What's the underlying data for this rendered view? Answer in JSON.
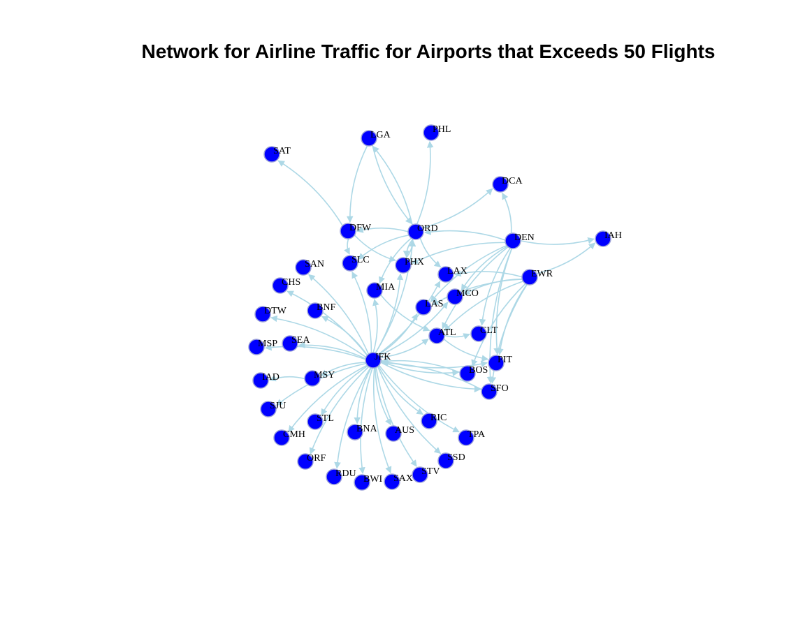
{
  "title": "Network for Airline Traffic for Airports that Exceeds 50 Flights",
  "colors": {
    "node_fill": "#0000FF",
    "node_stroke": "#9BA0D8",
    "edge": "#ADD8E6",
    "label": "#000000"
  },
  "nodes": [
    "JFK",
    "ORD",
    "DFW",
    "LGA",
    "PHL",
    "SAT",
    "DCA",
    "DEN",
    "IAH",
    "EWR",
    "PHX",
    "SLC",
    "LAX",
    "MIA",
    "MCO",
    "LAS",
    "ATL",
    "CLT",
    "PIT",
    "BOS",
    "SFO",
    "SAN",
    "CHS",
    "BNF",
    "DTW",
    "MSP",
    "SEA",
    "IAD",
    "MSY",
    "SJU",
    "STL",
    "CMH",
    "ORF",
    "RDU",
    "BNA",
    "BWI",
    "AUS",
    "SAX",
    "STV",
    "RIC",
    "TPA",
    "SSD"
  ],
  "edges": [
    [
      "JFK",
      "SAN"
    ],
    [
      "JFK",
      "CHS"
    ],
    [
      "JFK",
      "BNF"
    ],
    [
      "JFK",
      "DTW"
    ],
    [
      "JFK",
      "MSP"
    ],
    [
      "JFK",
      "SEA"
    ],
    [
      "JFK",
      "MSY"
    ],
    [
      "JFK",
      "SJU"
    ],
    [
      "JFK",
      "STL"
    ],
    [
      "JFK",
      "CMH"
    ],
    [
      "JFK",
      "ORF"
    ],
    [
      "JFK",
      "RDU"
    ],
    [
      "JFK",
      "BNA"
    ],
    [
      "JFK",
      "BWI"
    ],
    [
      "JFK",
      "AUS"
    ],
    [
      "JFK",
      "SAX"
    ],
    [
      "JFK",
      "STV"
    ],
    [
      "JFK",
      "RIC"
    ],
    [
      "JFK",
      "TPA"
    ],
    [
      "JFK",
      "SSD"
    ],
    [
      "JFK",
      "SLC"
    ],
    [
      "JFK",
      "MIA"
    ],
    [
      "JFK",
      "PHX"
    ],
    [
      "JFK",
      "ORD"
    ],
    [
      "JFK",
      "LAS"
    ],
    [
      "JFK",
      "LAX"
    ],
    [
      "JFK",
      "ATL"
    ],
    [
      "JFK",
      "BOS"
    ],
    [
      "JFK",
      "PIT"
    ],
    [
      "JFK",
      "SFO"
    ],
    [
      "JFK",
      "MCO"
    ],
    [
      "MSY",
      "IAD"
    ],
    [
      "ATL",
      "CLT"
    ],
    [
      "ATL",
      "PIT"
    ],
    [
      "BOS",
      "JFK"
    ],
    [
      "SFO",
      "JFK"
    ],
    [
      "ORD",
      "DFW"
    ],
    [
      "ORD",
      "LGA"
    ],
    [
      "ORD",
      "PHL"
    ],
    [
      "ORD",
      "DCA"
    ],
    [
      "ORD",
      "PHX"
    ],
    [
      "ORD",
      "LAX"
    ],
    [
      "ORD",
      "MIA"
    ],
    [
      "ORD",
      "SLC"
    ],
    [
      "LGA",
      "DFW"
    ],
    [
      "LGA",
      "ORD"
    ],
    [
      "DFW",
      "SAT"
    ],
    [
      "DFW",
      "PHX"
    ],
    [
      "DFW",
      "SLC"
    ],
    [
      "PHX",
      "ORD"
    ],
    [
      "MIA",
      "ATL"
    ],
    [
      "DEN",
      "IAH"
    ],
    [
      "DEN",
      "DCA"
    ],
    [
      "DEN",
      "ORD"
    ],
    [
      "DEN",
      "PHX"
    ],
    [
      "DEN",
      "MCO"
    ],
    [
      "DEN",
      "LAS"
    ],
    [
      "DEN",
      "ATL"
    ],
    [
      "DEN",
      "CLT"
    ],
    [
      "DEN",
      "PIT"
    ],
    [
      "DEN",
      "SFO"
    ],
    [
      "EWR",
      "IAH"
    ],
    [
      "EWR",
      "LAX"
    ],
    [
      "EWR",
      "MCO"
    ],
    [
      "EWR",
      "ATL"
    ],
    [
      "EWR",
      "PIT"
    ],
    [
      "EWR",
      "BOS"
    ],
    [
      "EWR",
      "SFO"
    ],
    [
      "EWR",
      "LAS"
    ]
  ]
}
